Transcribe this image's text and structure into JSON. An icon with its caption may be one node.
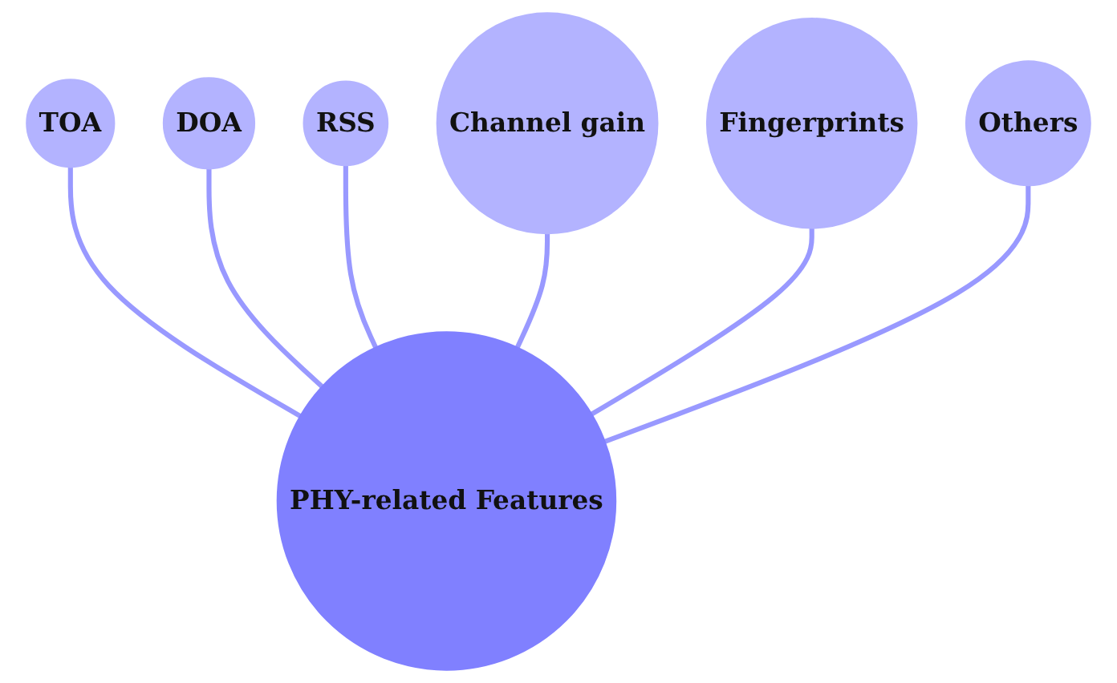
{
  "diagram": {
    "nodes": [
      {
        "text": [
          "PHY-related Features"
        ]
      },
      {
        "text": [
          "TOA"
        ]
      },
      {
        "text": [
          "DOA"
        ]
      },
      {
        "text": [
          "RSS"
        ]
      },
      {
        "text": [
          "Channel gain"
        ]
      },
      {
        "text": [
          "Fingerprints"
        ]
      },
      {
        "text": [
          "Others"
        ]
      }
    ],
    "edges": [
      {
        "from": 0,
        "to": 1,
        "arrow": "none"
      },
      {
        "from": 0,
        "to": 2,
        "arrow": "none"
      },
      {
        "from": 0,
        "to": 3,
        "arrow": "none"
      },
      {
        "from": 0,
        "to": 4,
        "arrow": "none"
      },
      {
        "from": 0,
        "to": 5,
        "arrow": "none"
      },
      {
        "from": 0,
        "to": 6,
        "arrow": "none"
      }
    ]
  }
}
